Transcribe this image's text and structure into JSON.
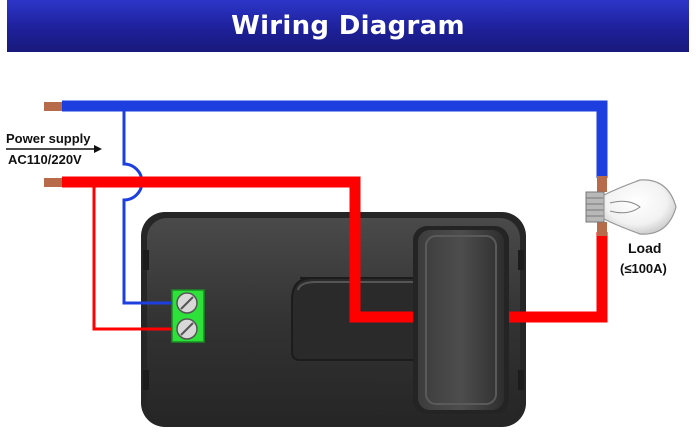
{
  "header": {
    "title": "Wiring Diagram"
  },
  "power_supply": {
    "label": "Power supply",
    "voltage": "AC110/220V"
  },
  "load": {
    "label": "Load",
    "rating": "(≤100A)"
  },
  "colors": {
    "banner": "#1d1f96",
    "live_wire": "#ff0000",
    "neutral_wire": "#1d3fe0",
    "terminal_block": "#2ee03a",
    "meter_body": "#3a3a3a",
    "copper": "#b86b4b"
  }
}
